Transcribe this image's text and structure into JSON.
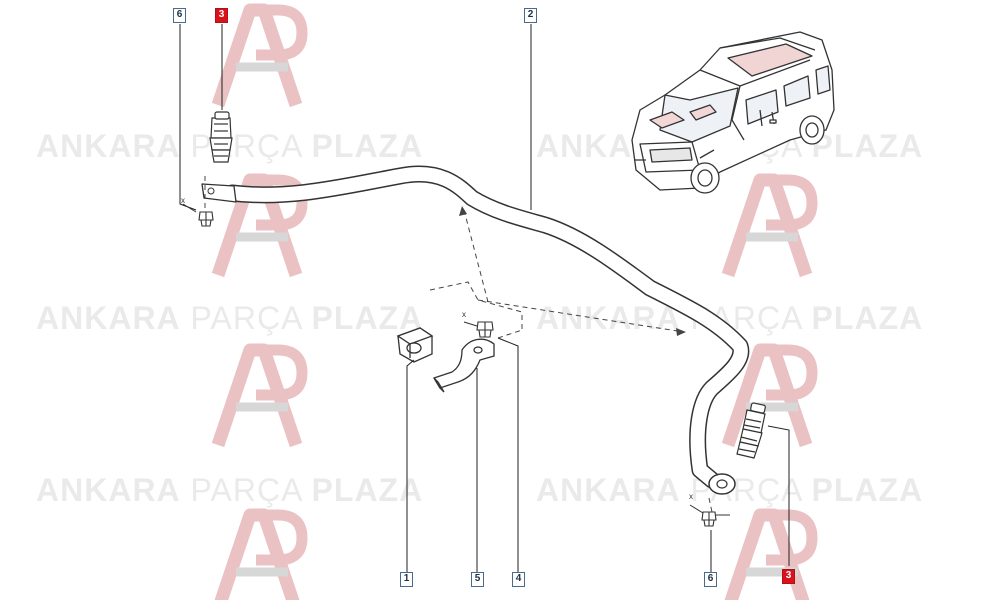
{
  "watermark": {
    "word1": "ANKARA",
    "word2": "PARÇA",
    "word3": "PLAZA"
  },
  "callouts": {
    "c6_left": "6",
    "c3_top": "3",
    "c2_top": "2",
    "c1_bottom": "1",
    "c5_bottom": "5",
    "c4_bottom": "4",
    "c6_right": "6",
    "c3_right": "3"
  },
  "marks": {
    "x_left": "x",
    "x_clamp": "x",
    "x_right": "x"
  },
  "colors": {
    "highlight": "#d8131b",
    "callout_border": "#4a6a8c",
    "line": "#333333",
    "watermark": "#c8c8c8"
  }
}
